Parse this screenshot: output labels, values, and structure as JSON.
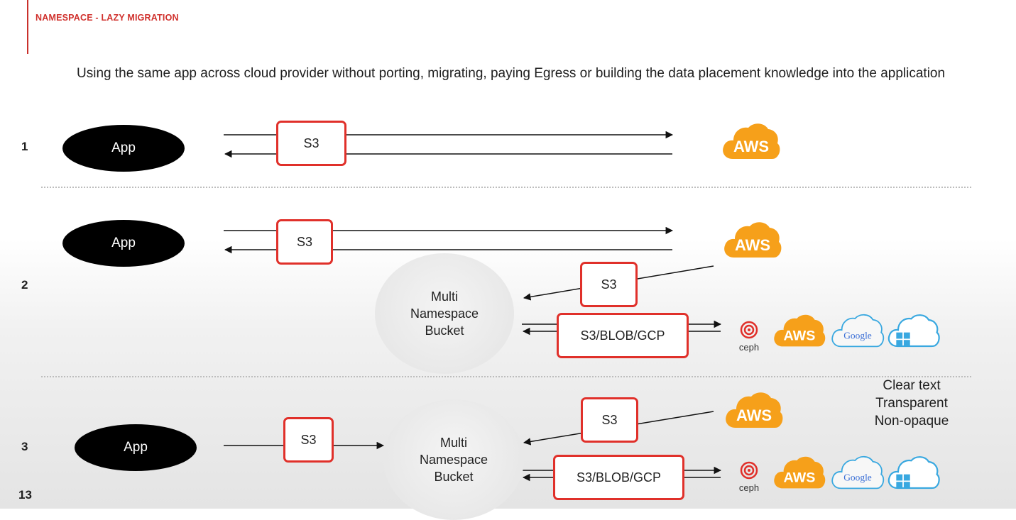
{
  "header": {
    "title": "NAMESPACE - LAZY MIGRATION"
  },
  "subtitle": "Using the same app across cloud provider without porting, migrating, paying Egress or building the data placement knowledge into the application",
  "rows": {
    "r1": {
      "number": "1",
      "app_label": "App",
      "s3_label": "S3",
      "aws_label": "AWS"
    },
    "r2": {
      "number": "2",
      "app_label": "App",
      "s3_top_label": "S3",
      "aws_label": "AWS",
      "s3_mid_label": "S3",
      "bucket_label_1": "Multi",
      "bucket_label_2": "Namespace",
      "bucket_label_3": "Bucket",
      "multi_label": "S3/BLOB/GCP",
      "ceph_label": "ceph",
      "aws2_label": "AWS",
      "google_label": "Google"
    },
    "r3": {
      "number": "3",
      "app_label": "App",
      "s3_label": "S3",
      "s3_mid_label": "S3",
      "bucket_label_1": "Multi",
      "bucket_label_2": "Namespace",
      "bucket_label_3": "Bucket",
      "aws_label": "AWS",
      "multi_label": "S3/BLOB/GCP",
      "ceph_label": "ceph",
      "aws2_label": "AWS",
      "google_label": "Google",
      "note_1": "Clear text",
      "note_2": "Transparent",
      "note_3": "Non-opaque"
    }
  },
  "slide_number": "13",
  "colors": {
    "accent_red": "#e0302a",
    "aws_orange": "#f6a01a",
    "cloud_blue": "#39a8e0"
  },
  "icons": [
    "aws-cloud-icon",
    "ceph-icon",
    "google-cloud-icon",
    "azure-cloud-icon"
  ]
}
